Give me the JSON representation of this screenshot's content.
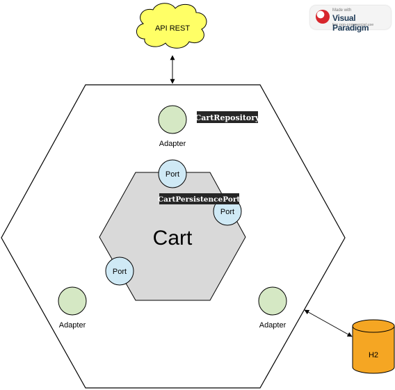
{
  "api_rest": {
    "label": "API REST"
  },
  "cart": {
    "label": "Cart"
  },
  "top_adapter": {
    "label": "Adapter",
    "tag": "CartRepository"
  },
  "left_adapter": {
    "label": "Adapter"
  },
  "right_adapter": {
    "label": "Adapter"
  },
  "ports": {
    "top": "Port",
    "right": "Port",
    "left": "Port",
    "tag": "CartPersistencePort"
  },
  "database": {
    "label": "H2"
  },
  "watermark": {
    "top": "Made with",
    "main": "Visual Paradigm",
    "sub": "For non-commercial use"
  },
  "colors": {
    "cloud": "#ffff66",
    "adapter_fill": "#d5e8c4",
    "port_fill": "#cfe9f5",
    "core_fill": "#d9d9d9",
    "database_fill": "#f5a623",
    "tag_bg": "#262626"
  }
}
